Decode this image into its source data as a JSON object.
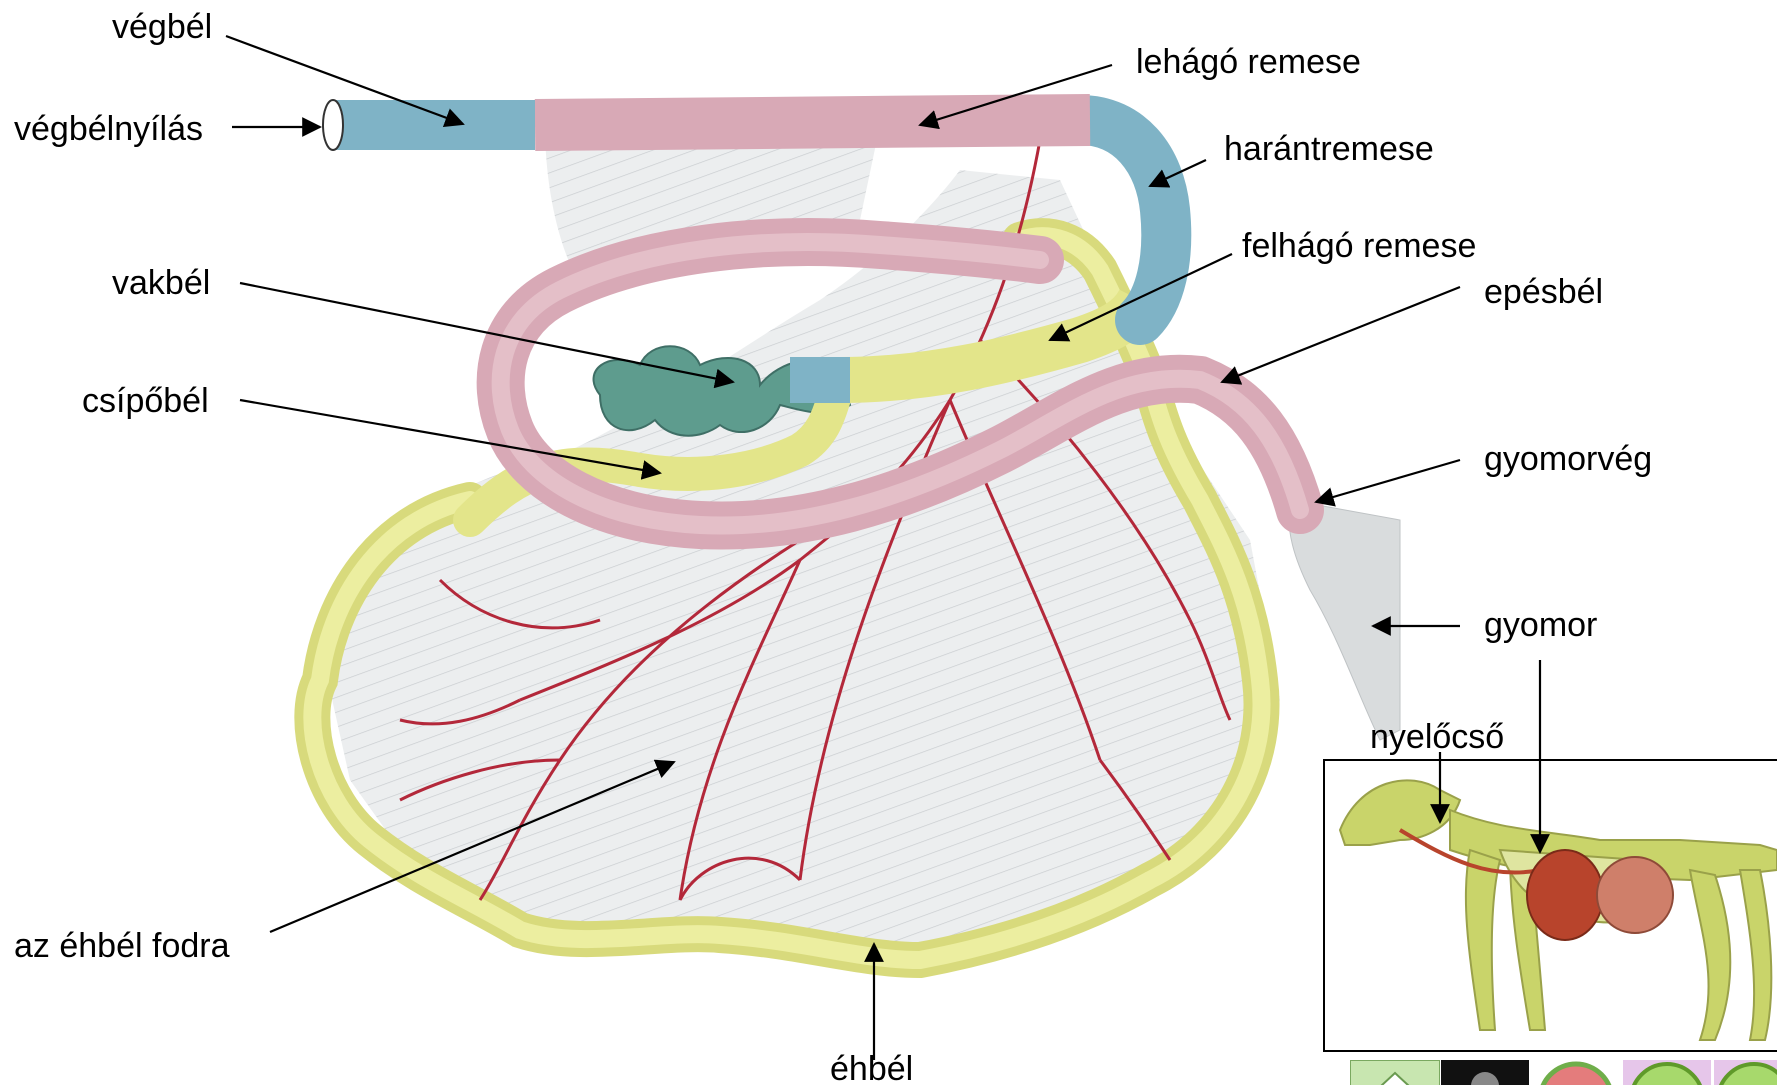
{
  "labels": {
    "vegbel": "végbél",
    "vegbelnyilas": "végbélnyílás",
    "lehago_remese": "lehágó remese",
    "harantremese": "harántremese",
    "felhago_remese": "felhágó remese",
    "vakbel": "vakbél",
    "epesbel": "epésbél",
    "csipobel": "csípőbél",
    "gyomorveg": "gyomorvég",
    "gyomor": "gyomor",
    "nyelocso": "nyelőcső",
    "ehbel_fodra": "az éhbél fodra",
    "ehbel": "éhbél"
  },
  "nav_buttons": [
    {
      "name": "home-icon",
      "label": "home"
    },
    {
      "name": "sound-icon",
      "label": "sound"
    },
    {
      "name": "stop-icon",
      "label": "stop"
    },
    {
      "name": "back-icon",
      "label": "back"
    },
    {
      "name": "forward-icon",
      "label": "forward"
    }
  ],
  "colors": {
    "rectum_blue": "#7fb3c6",
    "colon_pink": "#d8a9b6",
    "ileum_yellow": "#e3e58a",
    "cecum_teal": "#5e9c8e",
    "mesentery_grey": "#e9ebec",
    "vessel_red": "#b3283a",
    "stomach_grey": "#d9dcdd",
    "skeleton_green": "#c9d46a",
    "organ_red": "#b8442c"
  }
}
